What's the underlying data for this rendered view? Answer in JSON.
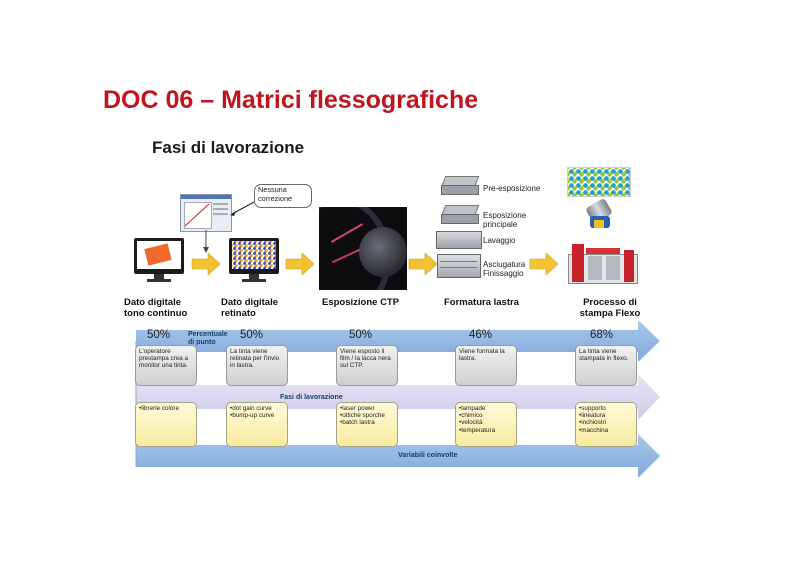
{
  "title": "DOC 06 – Matrici flessografiche",
  "subtitle": "Fasi di lavorazione",
  "callout": "Nessuna correzione",
  "steps": [
    {
      "label": "Dato digitale tono continuo"
    },
    {
      "label": "Dato digitale retinato"
    },
    {
      "label": "Esposizione CTP"
    },
    {
      "label": "Formatura lastra"
    },
    {
      "label": "Processo di stampa Flexo"
    }
  ],
  "formatura_substeps": [
    "Pre-esposizione",
    "Esposizione principale",
    "Lavaggio",
    "Asciugatura Finissaggio"
  ],
  "bands": {
    "percent_label": "Percentuale di punto",
    "phases_label": "Fasi di lavorazione",
    "variables_label": "Variabili coinvolte"
  },
  "percentages": [
    "50%",
    "50%",
    "50%",
    "46%",
    "68%"
  ],
  "descriptions": [
    "L'operatore prestampa crea a monitor una tinta.",
    "La tinta viene retinata per l'invio in lastra.",
    "Viene esposto il film / la lacca nera sul CTP.",
    "Viene formata la lastra.",
    "La tinta viene stampata in flexo."
  ],
  "variables": [
    [
      "•librerie colore"
    ],
    [
      "•dot gain curve",
      "•bump-up curve"
    ],
    [
      "•laser power",
      "•ottiche sporche",
      "•batch lastra"
    ],
    [
      "•lampade",
      "•chimico",
      "•velocità",
      "•temperatura"
    ],
    [
      "•supporto",
      "•lineatura",
      "•inchiostri",
      "•macchina"
    ]
  ],
  "colors": {
    "title": "#c0141f",
    "blue_band": "#93b9e2",
    "lavender_band": "#d9d6ef",
    "arrow": "#f2c232"
  }
}
